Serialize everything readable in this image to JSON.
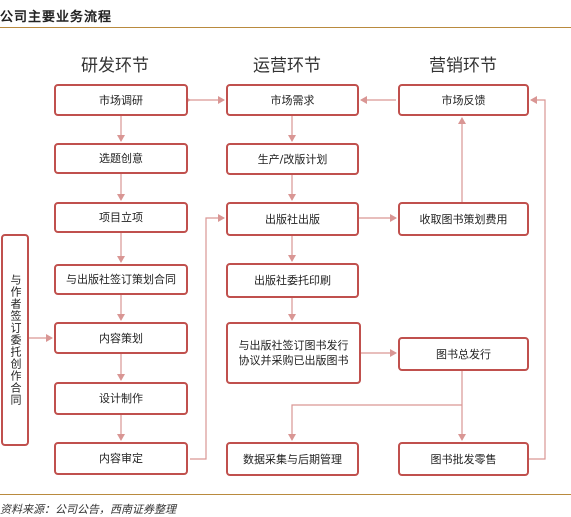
{
  "title": "公司主要业务流程",
  "columns": [
    "研发环节",
    "运营环节",
    "营销环节"
  ],
  "side_label": "与作者签订委托创作合同",
  "boxes": {
    "market_research": "市场调研",
    "topic_idea": "选题创意",
    "project_setup": "项目立项",
    "sign_planning_contract": "与出版社签订策划合同",
    "content_planning": "内容策划",
    "design_production": "设计制作",
    "content_review": "内容审定",
    "market_demand": "市场需求",
    "production_plan": "生产/改版计划",
    "publisher_publish": "出版社出版",
    "publisher_print": "出版社委托印刷",
    "sign_distribution": "与出版社签订图书发行协议并采购已出版图书",
    "data_collection": "数据采集与后期管理",
    "market_feedback": "市场反馈",
    "collect_fees": "收取图书策划费用",
    "general_distribution": "图书总发行",
    "wholesale_retail": "图书批发零售"
  },
  "footer": "资料来源：公司公告，西南证券整理",
  "colors": {
    "box_border": "#c0504d",
    "arrow": "#d99694",
    "rule": "#b98a3e"
  }
}
